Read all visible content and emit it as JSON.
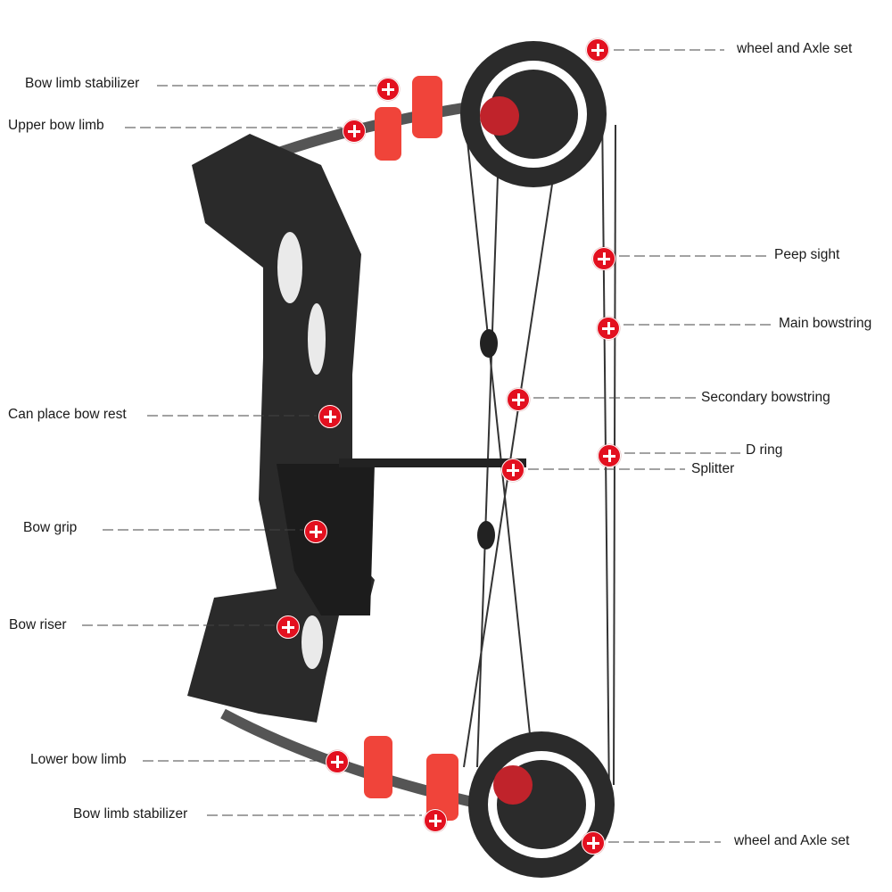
{
  "callouts": [
    {
      "id": "wheel-axle-top",
      "label": "wheel and Axle set"
    },
    {
      "id": "bow-limb-stabilizer-upper",
      "label": "Bow limb stabilizer"
    },
    {
      "id": "upper-bow-limb",
      "label": "Upper bow limb"
    },
    {
      "id": "peep-sight",
      "label": "Peep sight"
    },
    {
      "id": "main-bowstring",
      "label": "Main bowstring"
    },
    {
      "id": "secondary-bowstring",
      "label": "Secondary bowstring"
    },
    {
      "id": "bow-rest",
      "label": "Can place bow rest"
    },
    {
      "id": "d-ring",
      "label": "D ring"
    },
    {
      "id": "splitter",
      "label": "Splitter"
    },
    {
      "id": "bow-grip",
      "label": "Bow grip"
    },
    {
      "id": "bow-riser",
      "label": "Bow riser"
    },
    {
      "id": "lower-bow-limb",
      "label": "Lower bow limb"
    },
    {
      "id": "bow-limb-stabilizer-lower",
      "label": "Bow limb stabilizer"
    },
    {
      "id": "wheel-axle-bottom",
      "label": "wheel and Axle set"
    }
  ],
  "colors": {
    "marker": "#e3101f",
    "stabilizer": "#f0443a",
    "bow": "#2a2a2a"
  }
}
